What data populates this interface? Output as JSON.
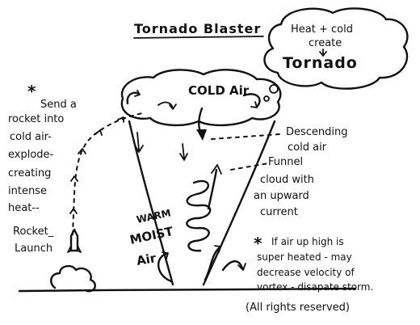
{
  "title": "Tornado Blaster",
  "bubble": {
    "line1": "Heat + cold",
    "line2": "create",
    "line3": "Tornado"
  },
  "cloud_label": "COLD Air",
  "left_note": {
    "star": "*",
    "lines": [
      "Send a",
      "rocket into",
      "cold air-",
      "explode-",
      "creating",
      "intense",
      "heat--"
    ]
  },
  "rocket_label": [
    "Rocket_",
    "Launch"
  ],
  "warm_label": [
    "WARM",
    "MOIST",
    "Air"
  ],
  "descending": [
    "Descending",
    "cold air"
  ],
  "funnel": [
    "Funnel",
    "cloud with",
    "an upward",
    "current"
  ],
  "right_note": {
    "star": "*",
    "lines": [
      "If air up high is",
      "super heated - may",
      "decrease velocity of",
      "vortex - disapate storm."
    ]
  },
  "rights": "(All rights reserved)"
}
